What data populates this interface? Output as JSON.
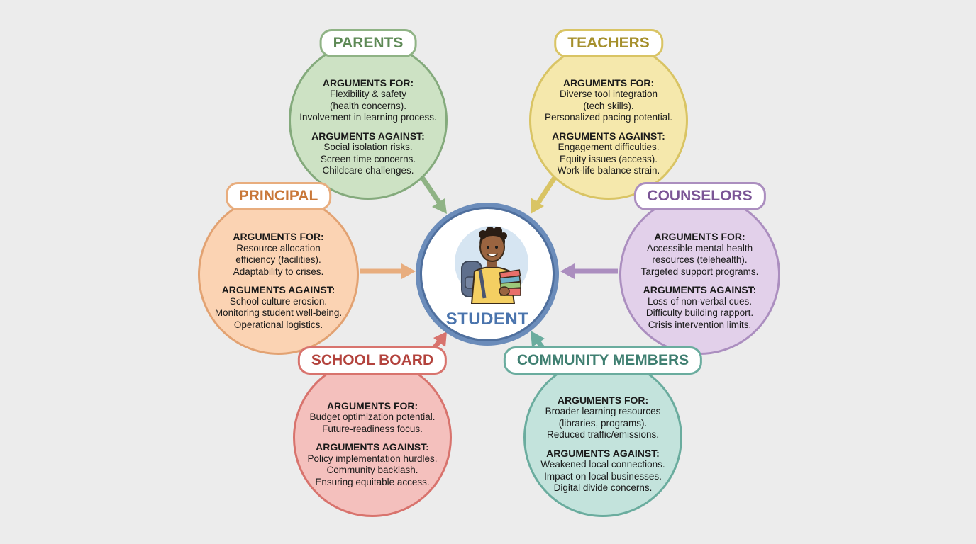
{
  "center": {
    "title": "STUDENT",
    "icon": "student-icon"
  },
  "stakeholders": {
    "parents": {
      "title": "PARENTS",
      "for_heading": "ARGUMENTS FOR:",
      "for": [
        "Flexibility & safety",
        "(health concerns).",
        "Involvement in learning process."
      ],
      "against_heading": "ARGUMENTS AGAINST:",
      "against": [
        "Social isolation risks.",
        "Screen time concerns.",
        "Childcare challenges."
      ],
      "color": "#84aa7c"
    },
    "teachers": {
      "title": "TEACHERS",
      "for_heading": "ARGUMENTS FOR:",
      "for": [
        "Diverse tool integration",
        "(tech skills).",
        "Personalized pacing potential."
      ],
      "against_heading": "ARGUMENTS AGAINST:",
      "against": [
        "Engagement difficulties.",
        "Equity issues (access).",
        "Work-life balance strain."
      ],
      "color": "#d9c464"
    },
    "principal": {
      "title": "PRINCIPAL",
      "for_heading": "ARGUMENTS FOR:",
      "for": [
        "Resource allocation",
        "efficiency (facilities).",
        "Adaptability to crises."
      ],
      "against_heading": "ARGUMENTS AGAINST:",
      "against": [
        "School culture erosion.",
        "Monitoring student well-being.",
        "Operational logistics."
      ],
      "color": "#e2a272"
    },
    "counselors": {
      "title": "COUNSELORS",
      "for_heading": "ARGUMENTS FOR:",
      "for": [
        "Accessible mental health",
        "resources (telehealth).",
        "Targeted support programs."
      ],
      "against_heading": "ARGUMENTS AGAINST:",
      "against": [
        "Loss of non-verbal cues.",
        "Difficulty building rapport.",
        "Crisis intervention limits."
      ],
      "color": "#ab8ebf"
    },
    "school_board": {
      "title": "SCHOOL BOARD",
      "for_heading": "ARGUMENTS FOR:",
      "for": [
        "Budget optimization potential.",
        "Future-readiness focus."
      ],
      "against_heading": "ARGUMENTS AGAINST:",
      "against": [
        "Policy implementation hurdles.",
        "Community backlash.",
        "Ensuring equitable access."
      ],
      "color": "#d8736d"
    },
    "community": {
      "title": "COMMUNITY MEMBERS",
      "for_heading": "ARGUMENTS FOR:",
      "for": [
        "Broader learning resources",
        "(libraries, programs).",
        "Reduced traffic/emissions."
      ],
      "against_heading": "ARGUMENTS AGAINST:",
      "against": [
        "Weakened local connections.",
        "Impact on local businesses.",
        "Digital divide concerns."
      ],
      "color": "#6aac9e"
    }
  }
}
